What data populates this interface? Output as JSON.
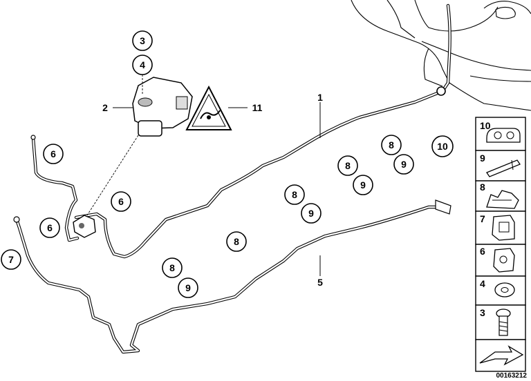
{
  "diagram": {
    "callouts": [
      {
        "id": "c3",
        "label": "3"
      },
      {
        "id": "c4",
        "label": "4"
      },
      {
        "id": "c6a",
        "label": "6"
      },
      {
        "id": "c6b",
        "label": "6"
      },
      {
        "id": "c6c",
        "label": "6"
      },
      {
        "id": "c7",
        "label": "7"
      },
      {
        "id": "c8a",
        "label": "8"
      },
      {
        "id": "c8b",
        "label": "8"
      },
      {
        "id": "c8c",
        "label": "8"
      },
      {
        "id": "c8d",
        "label": "8"
      },
      {
        "id": "c8e",
        "label": "8"
      },
      {
        "id": "c9a",
        "label": "9"
      },
      {
        "id": "c9b",
        "label": "9"
      },
      {
        "id": "c9c",
        "label": "9"
      },
      {
        "id": "c9d",
        "label": "9"
      },
      {
        "id": "c10",
        "label": "10"
      }
    ],
    "plain_labels": [
      {
        "id": "l1",
        "label": "1"
      },
      {
        "id": "l2",
        "label": "2"
      },
      {
        "id": "l5",
        "label": "5"
      },
      {
        "id": "l11",
        "label": "11"
      }
    ],
    "legend_items": [
      {
        "id": "t10",
        "label": "10",
        "icon": "clip-double-icon"
      },
      {
        "id": "t9",
        "label": "9",
        "icon": "bracket-icon"
      },
      {
        "id": "t8",
        "label": "8",
        "icon": "clip-multi-icon"
      },
      {
        "id": "t7",
        "label": "7",
        "icon": "clip-holder-icon"
      },
      {
        "id": "t6",
        "label": "6",
        "icon": "clip-single-icon"
      },
      {
        "id": "t4",
        "label": "4",
        "icon": "washer-icon"
      },
      {
        "id": "t3",
        "label": "3",
        "icon": "bolt-icon"
      }
    ],
    "image_id": "00163212"
  }
}
